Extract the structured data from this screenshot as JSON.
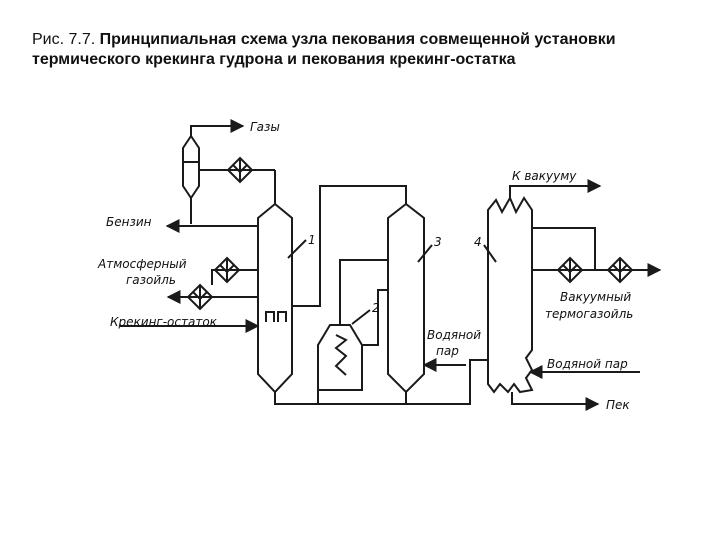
{
  "caption": {
    "number": "Рис. 7.7.",
    "title": "Принципиальная схема узла пекования совмещенной установки термического крекинга гудрона и пекования крекинг-остатка"
  },
  "labels": {
    "gases": "Газы",
    "benzin": "Бензин",
    "atm_gasoil_1": "Атмосферный",
    "atm_gasoil_2": "газойль",
    "cracking_residue": "Крекинг-остаток",
    "to_vacuum": "К вакууму",
    "vac_gasoil_1": "Вакуумный",
    "vac_gasoil_2": "термогазойль",
    "steam_1": "Водяной",
    "steam_2": "пар",
    "steam_right": "Водяной пар",
    "pitch": "Пек"
  },
  "callouts": {
    "c1": "1",
    "c2": "2",
    "c3": "3",
    "c4": "4"
  },
  "colors": {
    "ink": "#1a1a1a",
    "background": "#ffffff"
  }
}
